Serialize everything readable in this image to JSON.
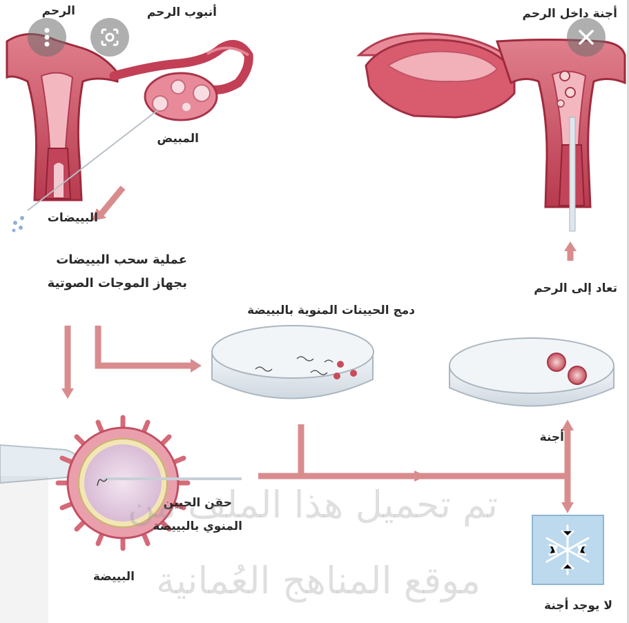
{
  "labels": {
    "uterus_left": "الرحم",
    "fallopian_tube": "أنبوب الرحم",
    "ovary": "المبيض",
    "eggs": "البييضات",
    "retrieval_line1": "عملية سحب البييضات",
    "retrieval_line2": "بجهاز الموجات الصوتية",
    "embryos_in_uterus": "أجنة داخل الرحم",
    "returned_to_uterus": "تعاد إلى الرحم",
    "fertilization": "دمج الحيينات المنوية بالبييضة",
    "embryos": "أجنة",
    "injection_line1": "حقن الحيين",
    "injection_line2": "المنوي بالبييضة",
    "egg": "البييضة",
    "no_embryos": "لا يوجد أجنة"
  },
  "watermark": {
    "line1": "تم تحميل هذا الملف من",
    "line2": "موقع المناهج العُمانية"
  },
  "overlay_buttons": {
    "more": "more-vert-icon",
    "lens": "lens-search-icon",
    "close": "close-icon"
  },
  "colors": {
    "tissue": "#cc4a5e",
    "tissue_dark": "#9e2a3c",
    "tissue_light": "#f0a9b4",
    "arrow": "#d98c8e",
    "dish": "#dfe6ec",
    "snow_box": "#bcd9ee"
  }
}
